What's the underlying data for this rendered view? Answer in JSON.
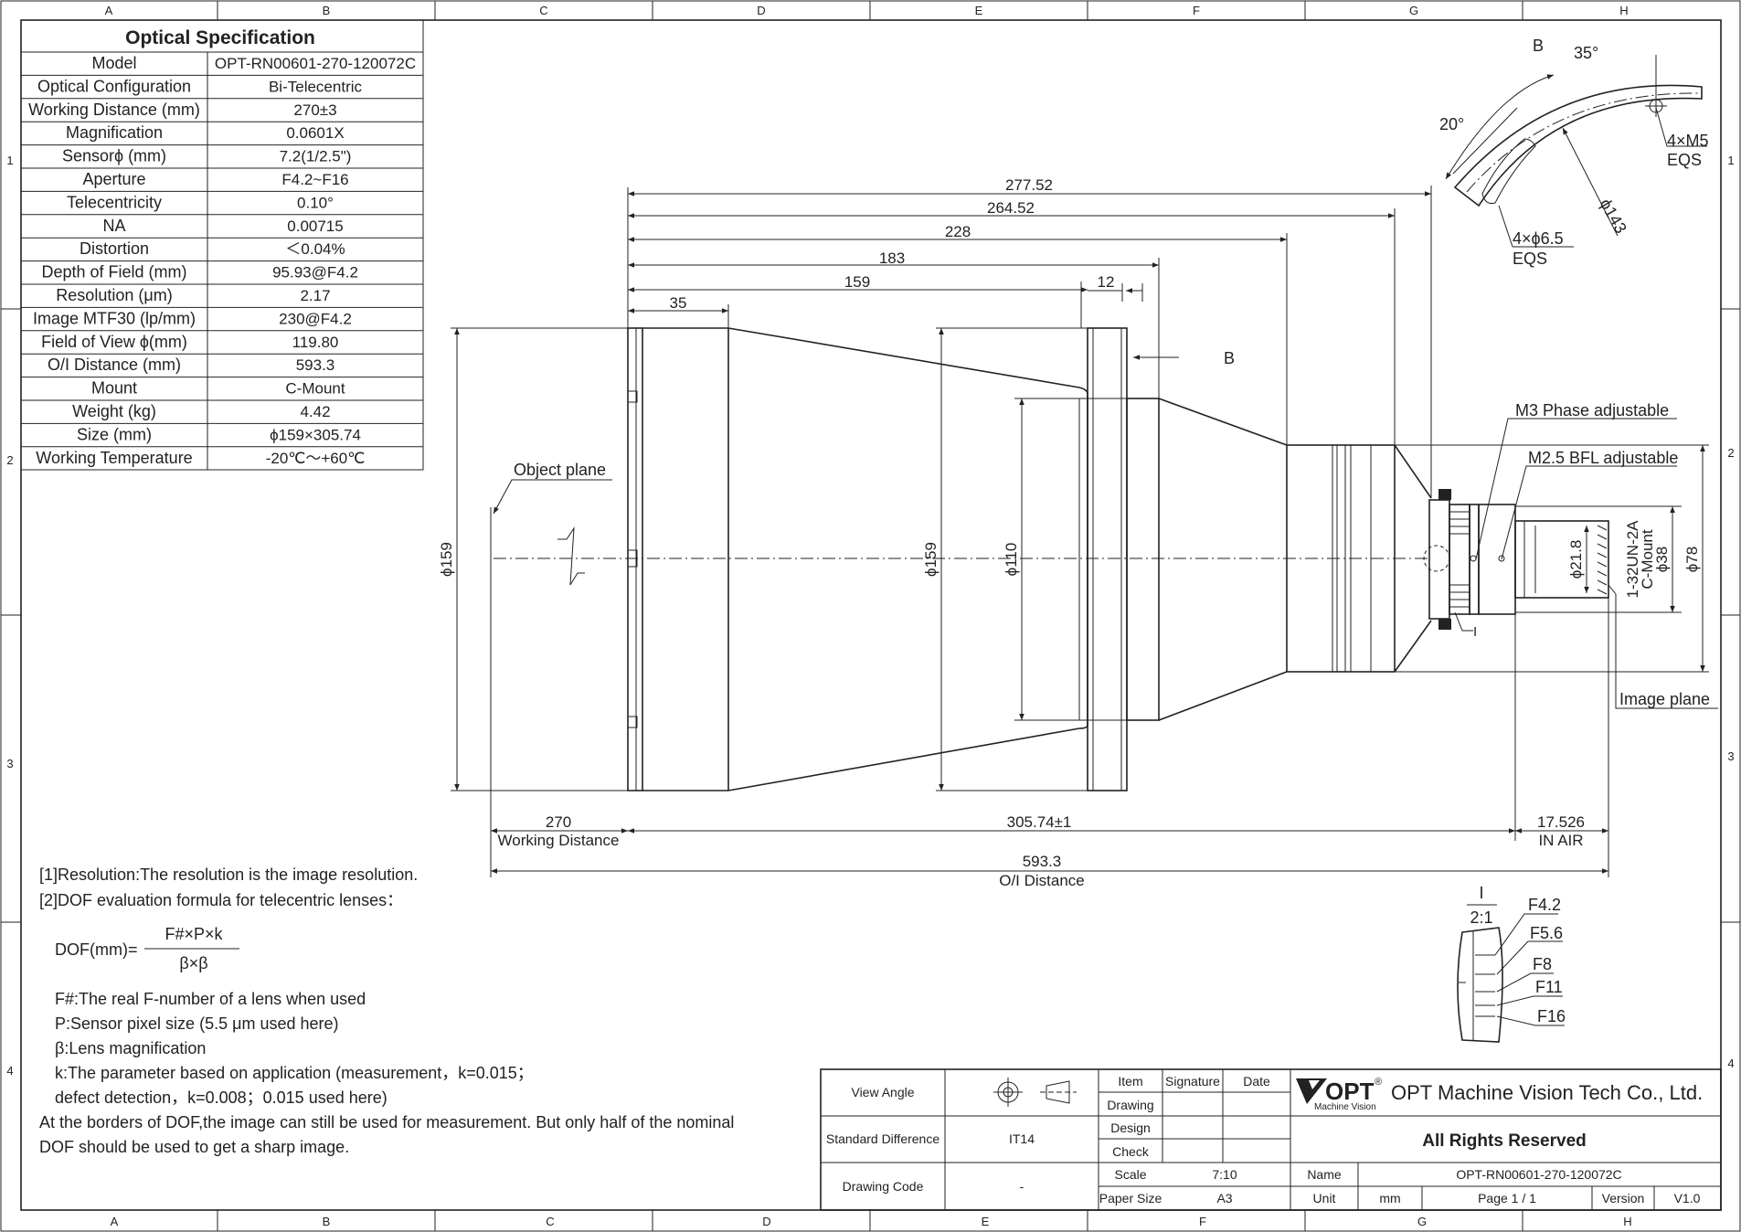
{
  "border": {
    "columns": [
      "A",
      "B",
      "C",
      "D",
      "E",
      "F",
      "G",
      "H"
    ],
    "rows": [
      "1",
      "2",
      "3",
      "4"
    ]
  },
  "spec": {
    "title": "Optical Specification",
    "rows": [
      {
        "label": "Model",
        "value": "OPT-RN00601-270-120072C"
      },
      {
        "label": "Optical Configuration",
        "value": "Bi-Telecentric"
      },
      {
        "label": "Working Distance (mm)",
        "value": "270±3"
      },
      {
        "label": "Magnification",
        "value": "0.0601X"
      },
      {
        "label": "Sensorϕ (mm)",
        "value": "7.2(1/2.5\")"
      },
      {
        "label": "Aperture",
        "value": "F4.2~F16"
      },
      {
        "label": "Telecentricity",
        "value": "0.10°"
      },
      {
        "label": "NA",
        "value": "0.00715"
      },
      {
        "label": "Distortion",
        "value": "＜0.04%"
      },
      {
        "label": "Depth of Field (mm)",
        "value": "95.93@F4.2"
      },
      {
        "label": "Resolution (μm)",
        "value": "2.17"
      },
      {
        "label": "Image MTF30 (lp/mm)",
        "value": "230@F4.2"
      },
      {
        "label": "Field of View ϕ(mm)",
        "value": "119.80"
      },
      {
        "label": "O/I Distance (mm)",
        "value": "593.3"
      },
      {
        "label": "Mount",
        "value": "C-Mount"
      },
      {
        "label": "Weight (kg)",
        "value": "4.42"
      },
      {
        "label": "Size (mm)",
        "value": "ϕ159×305.74"
      },
      {
        "label": "Working Temperature",
        "value": "-20℃～+60℃"
      }
    ]
  },
  "dims": {
    "d277": "277.52",
    "d264": "264.52",
    "d228": "228",
    "d183": "183",
    "d159": "159",
    "d12": "12",
    "d35": "35",
    "dia159a": "ϕ159",
    "dia159b": "ϕ159",
    "dia110": "ϕ110",
    "dia21": "ϕ21.8",
    "dia38": "ϕ38",
    "dia78": "ϕ78",
    "thread": "1-32UN-2A",
    "cmount": "C-Mount",
    "wd_val": "270",
    "wd_label": "Working Distance",
    "len_val": "305.74±1",
    "air_val": "17.526",
    "air_label": "IN AIR",
    "oi_val": "593.3",
    "oi_label": "O/I Distance"
  },
  "callouts": {
    "object_plane": "Object plane",
    "image_plane": "Image plane",
    "b_ref": "B",
    "m3": "M3 Phase adjustable",
    "m25": "M2.5 BFL adjustable",
    "detail_i": "I"
  },
  "detailB": {
    "title": "B",
    "ang35": "35°",
    "ang20": "20°",
    "m5": "4×M5",
    "eqs1": "EQS",
    "dia143": "ϕ143",
    "hole": "4×ϕ6.5",
    "eqs2": "EQS"
  },
  "detailI": {
    "title": "I",
    "scale": "2:1",
    "stops": [
      "F4.2",
      "F5.6",
      "F8",
      "F11",
      "F16"
    ]
  },
  "notes": {
    "n1": "[1]Resolution:The resolution is  the image resolution.",
    "n2": "[2]DOF evaluation formula for telecentric lenses：",
    "formula_lhs": "DOF(mm)=",
    "formula_num": "F#×P×k",
    "formula_den": "β×β",
    "d1": "F#:The real F-number of a lens when used",
    "d2": "P:Sensor pixel size (5.5 μm used here)",
    "d3": "β:Lens magnification",
    "d4": "k:The parameter based on application (measurement，k=0.015；",
    "d5": "defect detection，k=0.008；0.015 used here)",
    "d6": "At the borders of DOF,the image can still be used for measurement. But only half of the nominal",
    "d7": "DOF should be used to get a sharp image."
  },
  "titleblock": {
    "view_angle": "View Angle",
    "std_diff": "Standard Difference",
    "std_val": "IT14",
    "drawing_code": "Drawing Code",
    "code_val": "-",
    "item": "Item",
    "signature": "Signature",
    "date": "Date",
    "drawing": "Drawing",
    "design": "Design",
    "check": "Check",
    "scale": "Scale",
    "scale_val": "7:10",
    "paper": "Paper Size",
    "paper_val": "A3",
    "logo": "OPT",
    "logo_reg": "®",
    "logo_sub": "Machine Vision",
    "company": "OPT Machine Vision Tech Co., Ltd.",
    "rights": "All Rights Reserved",
    "name": "Name",
    "name_val": "OPT-RN00601-270-120072C",
    "unit": "Unit",
    "unit_val": "mm",
    "page": "Page  1 / 1",
    "version": "Version",
    "version_val": "V1.0"
  }
}
